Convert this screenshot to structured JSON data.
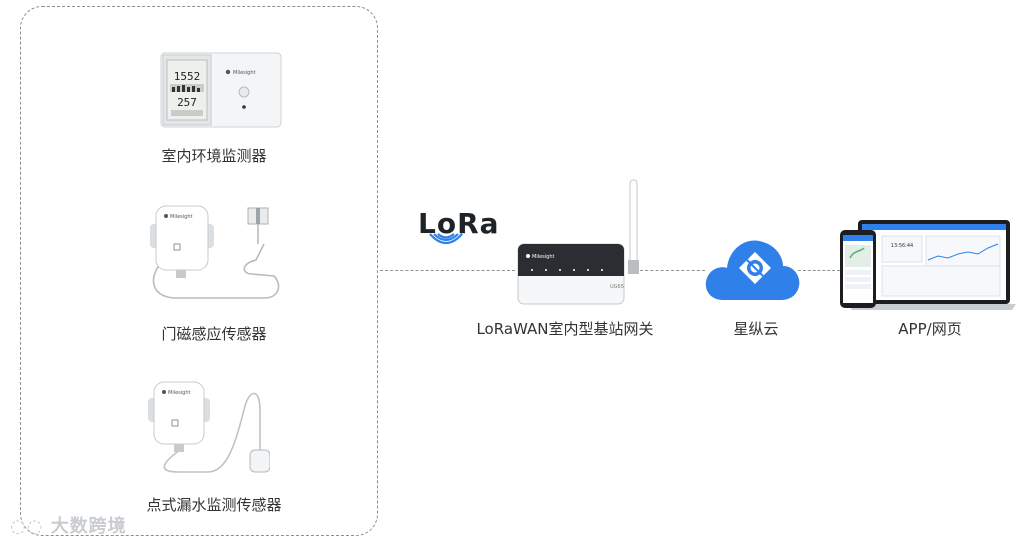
{
  "devices": {
    "env_monitor_label": "室内环境监测器",
    "door_sensor_label": "门磁感应传感器",
    "leak_sensor_label": "点式漏水监测传感器",
    "brand": "Milesight",
    "env_display_top": "1552",
    "env_display_bottom": "257"
  },
  "lora": {
    "logo_text": "LoRa"
  },
  "gateway": {
    "label": "LoRaWAN室内型基站网关",
    "model": "UG65"
  },
  "cloud": {
    "label": "星纵云",
    "color": "#2f80e8"
  },
  "app": {
    "label": "APP/网页",
    "clock_text": "13:56:44"
  },
  "watermark": {
    "text": "大数跨境"
  }
}
